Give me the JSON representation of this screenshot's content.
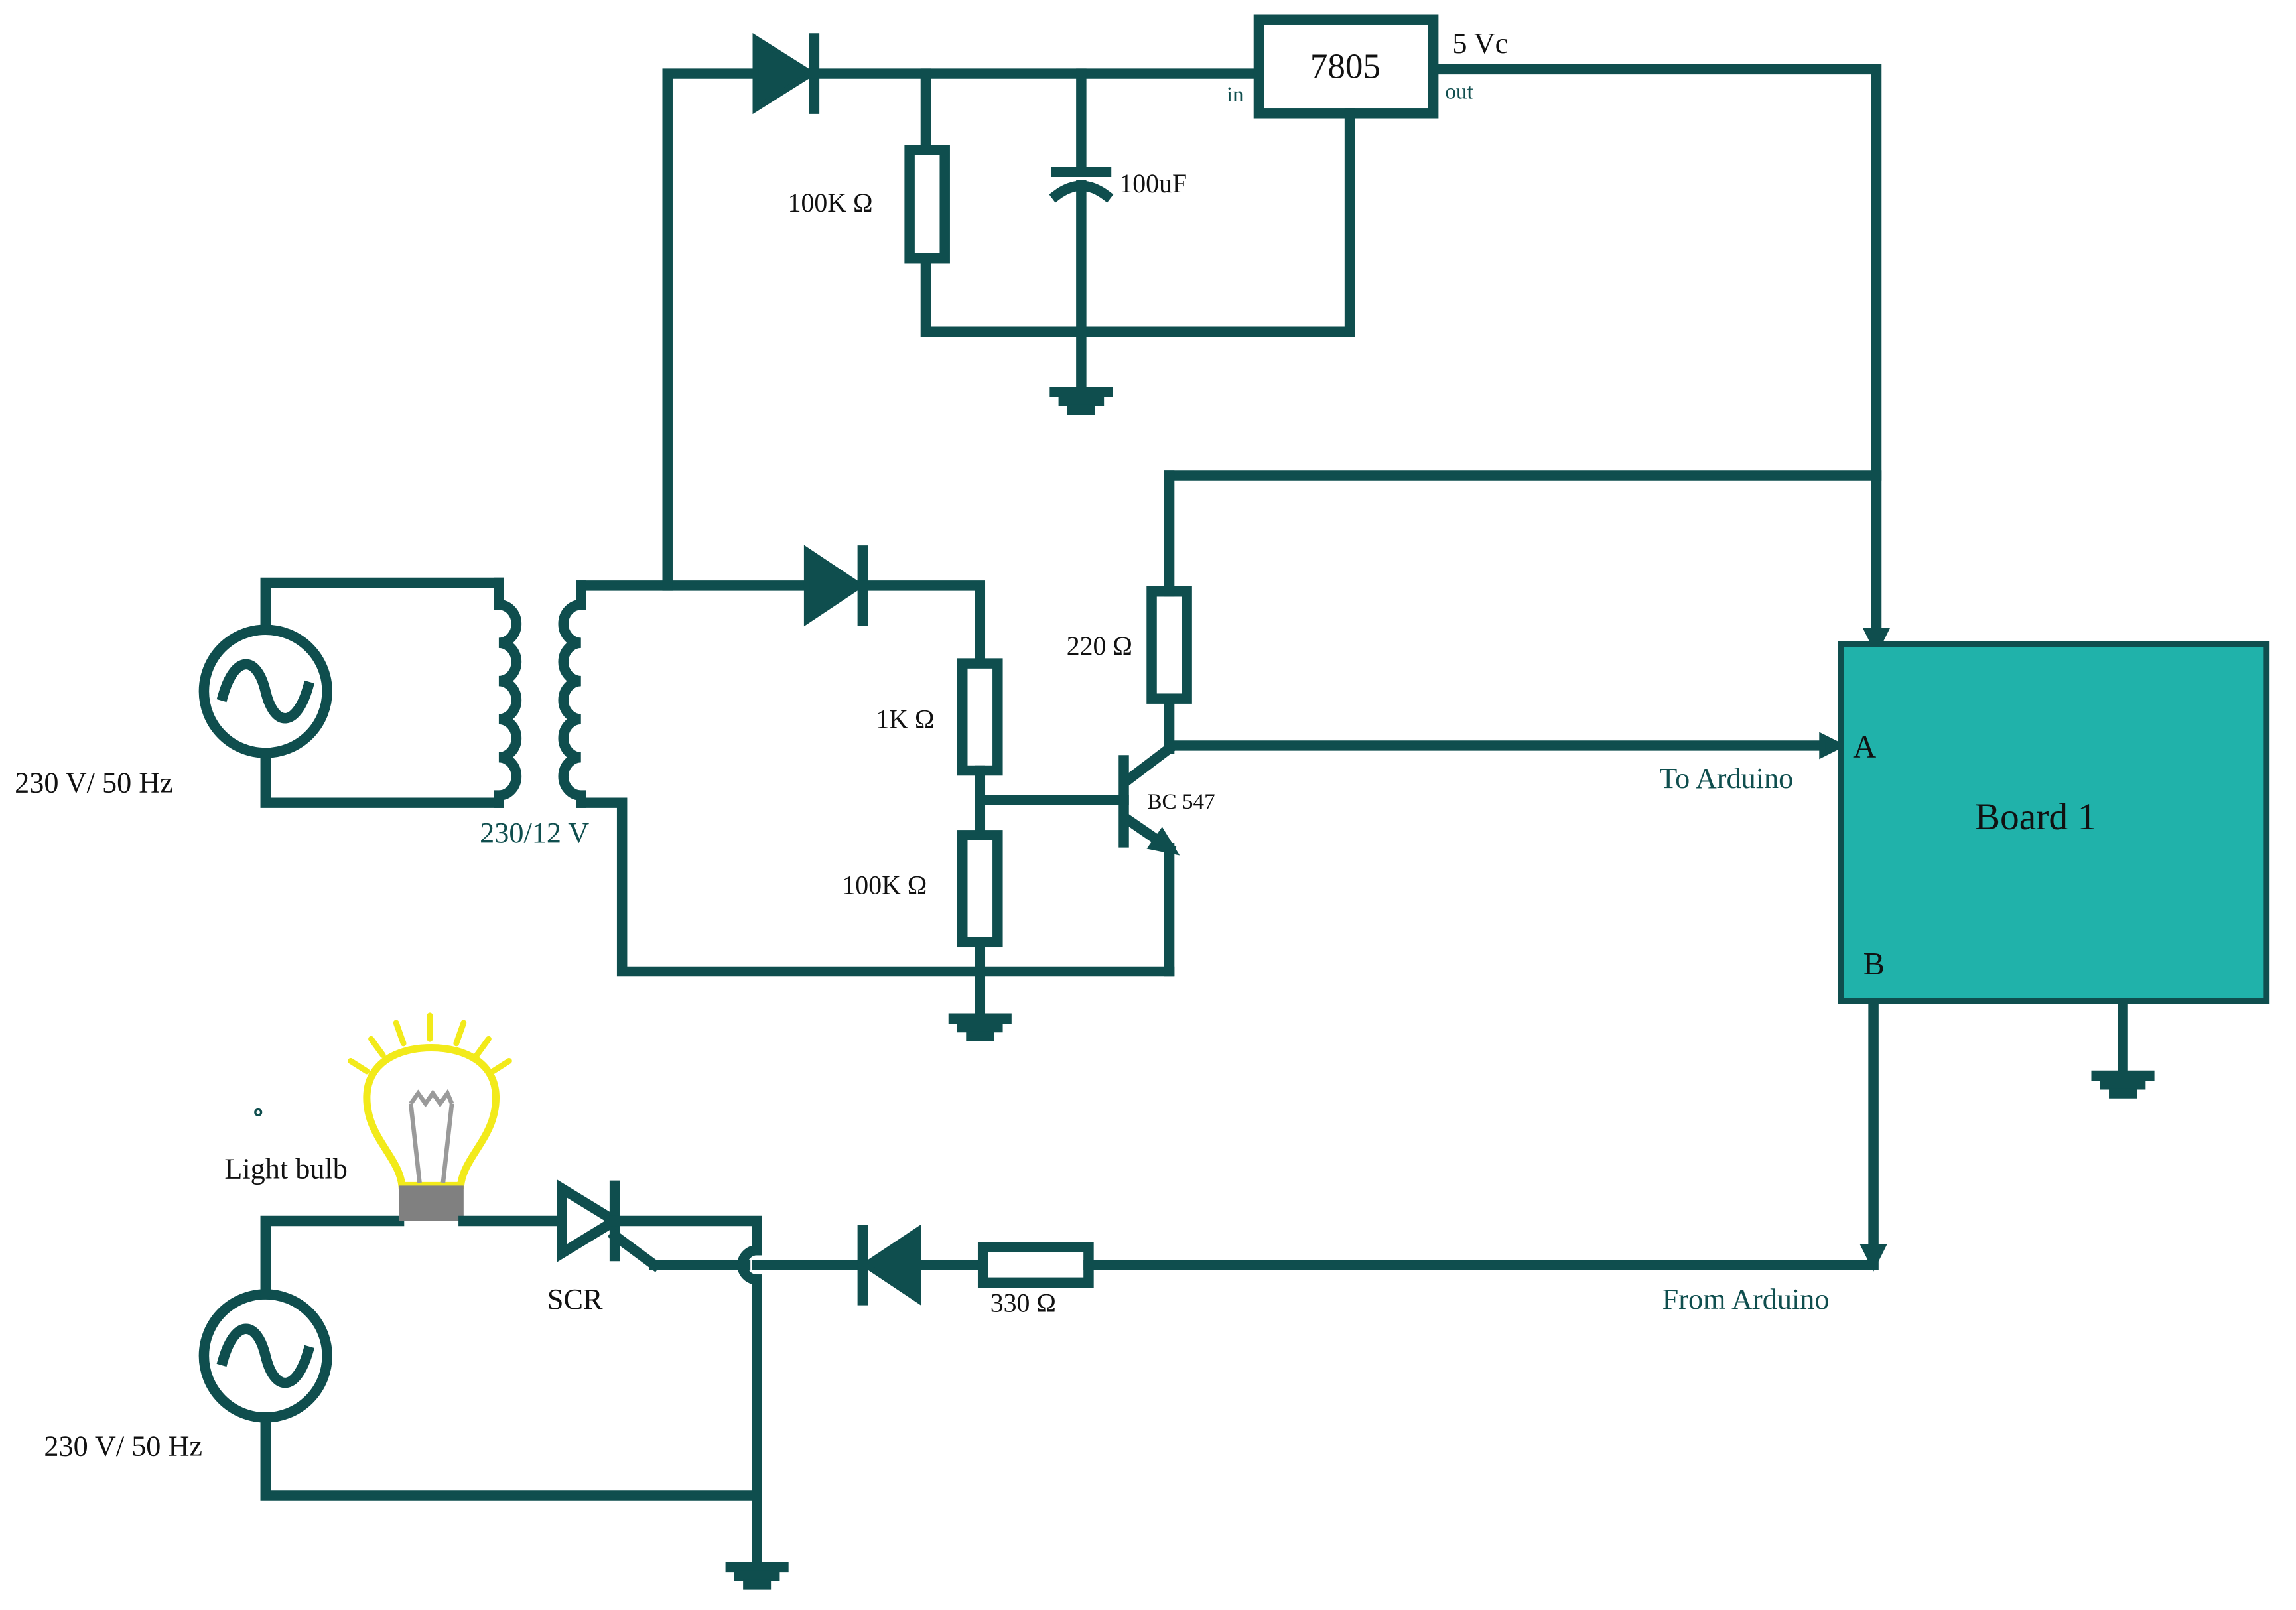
{
  "diagram": {
    "type": "circuit-schematic",
    "colors": {
      "wire": "#0f4e4e",
      "board_fill": "#20b2aa",
      "bulb_glow": "#f2ea1a",
      "bulb_base": "#808080"
    },
    "labels": {
      "source_top": "230 V/ 50 Hz",
      "transformer": "230/12 V",
      "regulator": "7805",
      "reg_in": "in",
      "reg_out": "out",
      "vout": "5 Vc",
      "r_100k_top": "100K Ω",
      "cap_100uf": "100uF",
      "r_220": "220 Ω",
      "r_1k": "1K Ω",
      "r_100k_mid": "100K Ω",
      "transistor": "BC 547",
      "to_arduino": "To Arduino",
      "board": "Board 1",
      "pin_a": "A",
      "pin_b": "B",
      "light_bulb": "Light bulb",
      "scr": "SCR",
      "source_bottom": "230 V/ 50 Hz",
      "r_330": "330 Ω",
      "from_arduino": "From Arduino"
    },
    "icons": [
      "ac-source-icon",
      "transformer-icon",
      "diode-icon",
      "resistor-icon",
      "capacitor-icon",
      "ground-icon",
      "npn-transistor-icon",
      "light-bulb-icon",
      "scr-icon"
    ]
  }
}
